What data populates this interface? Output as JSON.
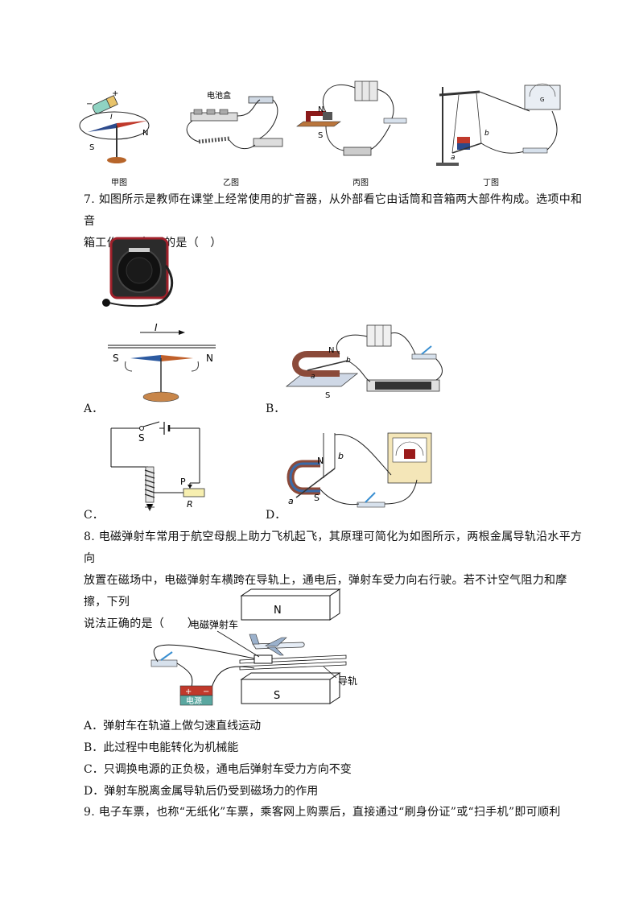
{
  "top_figures": {
    "captions": [
      "甲图",
      "乙图",
      "丙图",
      "丁图"
    ],
    "labels": {
      "minus": "−",
      "plus": "+",
      "n": "N",
      "s": "S",
      "i": "I",
      "battery_box": "电池盒",
      "a": "a",
      "b": "b",
      "g": "G"
    }
  },
  "q7": {
    "text_line1": "7. 如图所示是教师在课堂上经常使用的扩音器，从外部看它由话筒和音箱两大部件构成。选项中和音",
    "text_line2": "箱工作原理相同的是（　）",
    "speaker_badge": "",
    "options": {
      "A": "A．",
      "B": "B．",
      "C": "C．",
      "D": "D．"
    },
    "fig_labels": {
      "i": "I",
      "s": "S",
      "n": "N",
      "a": "a",
      "b": "b",
      "p": "P",
      "r": "R"
    }
  },
  "q8": {
    "text_line1": "8. 电磁弹射车常用于航空母舰上助力飞机起飞，其原理可简化为如图所示，两根金属导轨沿水平方向",
    "text_line2": "放置在磁场中，电磁弹射车横跨在导轨上，通电后，弹射车受力向右行驶。若不计空气阻力和摩擦，下列",
    "text_line3": "说法正确的是（　　）",
    "fig_labels": {
      "n": "N",
      "s": "S",
      "car": "电磁弹射车",
      "rail": "导轨",
      "power": "电源",
      "plus": "+",
      "minus": "−"
    },
    "options": [
      "A．弹射车在轨道上做匀速直线运动",
      "B．此过程中电能转化为机械能",
      "C．只调换电源的正负极，通电后弹射车受力方向不变",
      "D．弹射车脱离金属导轨后仍受到磁场力的作用"
    ]
  },
  "q9": {
    "text_line1": "9. 电子车票，也称“无纸化”车票，乘客网上购票后，直接通过“刷身份证”或“扫手机”即可顺利"
  }
}
